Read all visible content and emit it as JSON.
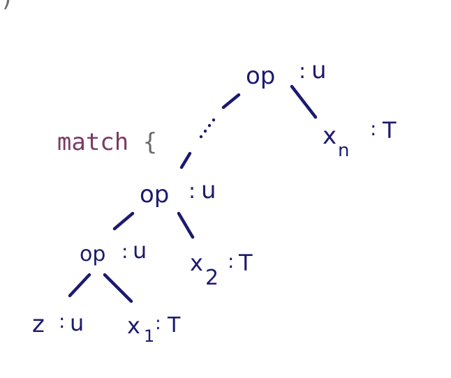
{
  "code": {
    "keyword": "match",
    "brace": "{",
    "top_fragment": ")"
  },
  "tree": {
    "root": {
      "op": "op",
      "type": "u"
    },
    "root_right": {
      "var": "x",
      "sub": "n",
      "type": "T"
    },
    "ellipsis": "...",
    "mid": {
      "op": "op",
      "type": "u"
    },
    "mid_right": {
      "var": "x",
      "sub": "2",
      "type": "T"
    },
    "low": {
      "op": "op",
      "type": "u"
    },
    "low_left": {
      "var": "z",
      "type": "u"
    },
    "low_right": {
      "var": "x",
      "sub": "1",
      "type": "T"
    },
    "colon": ":"
  },
  "colors": {
    "ink": "#1c1a6e",
    "keyword": "#7a3b63",
    "punctuation": "#6b6b6b"
  }
}
